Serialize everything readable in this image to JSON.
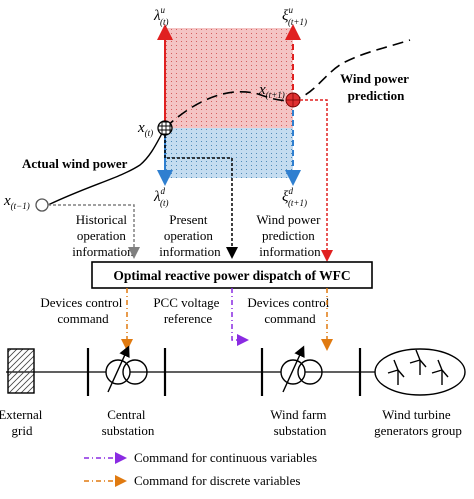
{
  "symbols": {
    "lambda": "λ",
    "xi": "ξ",
    "x": "x",
    "sup_upper": "u",
    "sup_lower": "d",
    "sub_t": "(t)",
    "sub_t1": "(t+1)",
    "sub_tm1": "(t−1)"
  },
  "labels": {
    "actual_wind_power": "Actual wind power",
    "wind_power_prediction": [
      "Wind power",
      "prediction"
    ],
    "historical_info": [
      "Historical",
      "operation",
      "information"
    ],
    "present_info": [
      "Present",
      "operation",
      "information"
    ],
    "prediction_info": [
      "Wind power",
      "prediction",
      "information"
    ],
    "dispatch_box": "Optimal reactive power dispatch of WFC",
    "devices_control_left": [
      "Devices control",
      "command"
    ],
    "pcc_voltage": [
      "PCC voltage",
      "reference"
    ],
    "devices_control_right": [
      "Devices control",
      "command"
    ],
    "external_grid": [
      "External",
      "grid"
    ],
    "central_substation": [
      "Central",
      "substation"
    ],
    "wind_farm_substation": [
      "Wind farm",
      "substation"
    ],
    "wind_turbine_group": [
      "Wind turbine",
      "generators group"
    ]
  },
  "legend": {
    "continuous": "Command for continuous variables",
    "discrete": "Command for discrete variables"
  },
  "colors": {
    "upper_region": "#f4c4c4",
    "lower_region": "#c4dcf0",
    "red": "#e02020",
    "blue": "#2f7fd0",
    "gray_arrow": "#808080",
    "purple": "#8a2be2",
    "orange": "#e07a10"
  }
}
